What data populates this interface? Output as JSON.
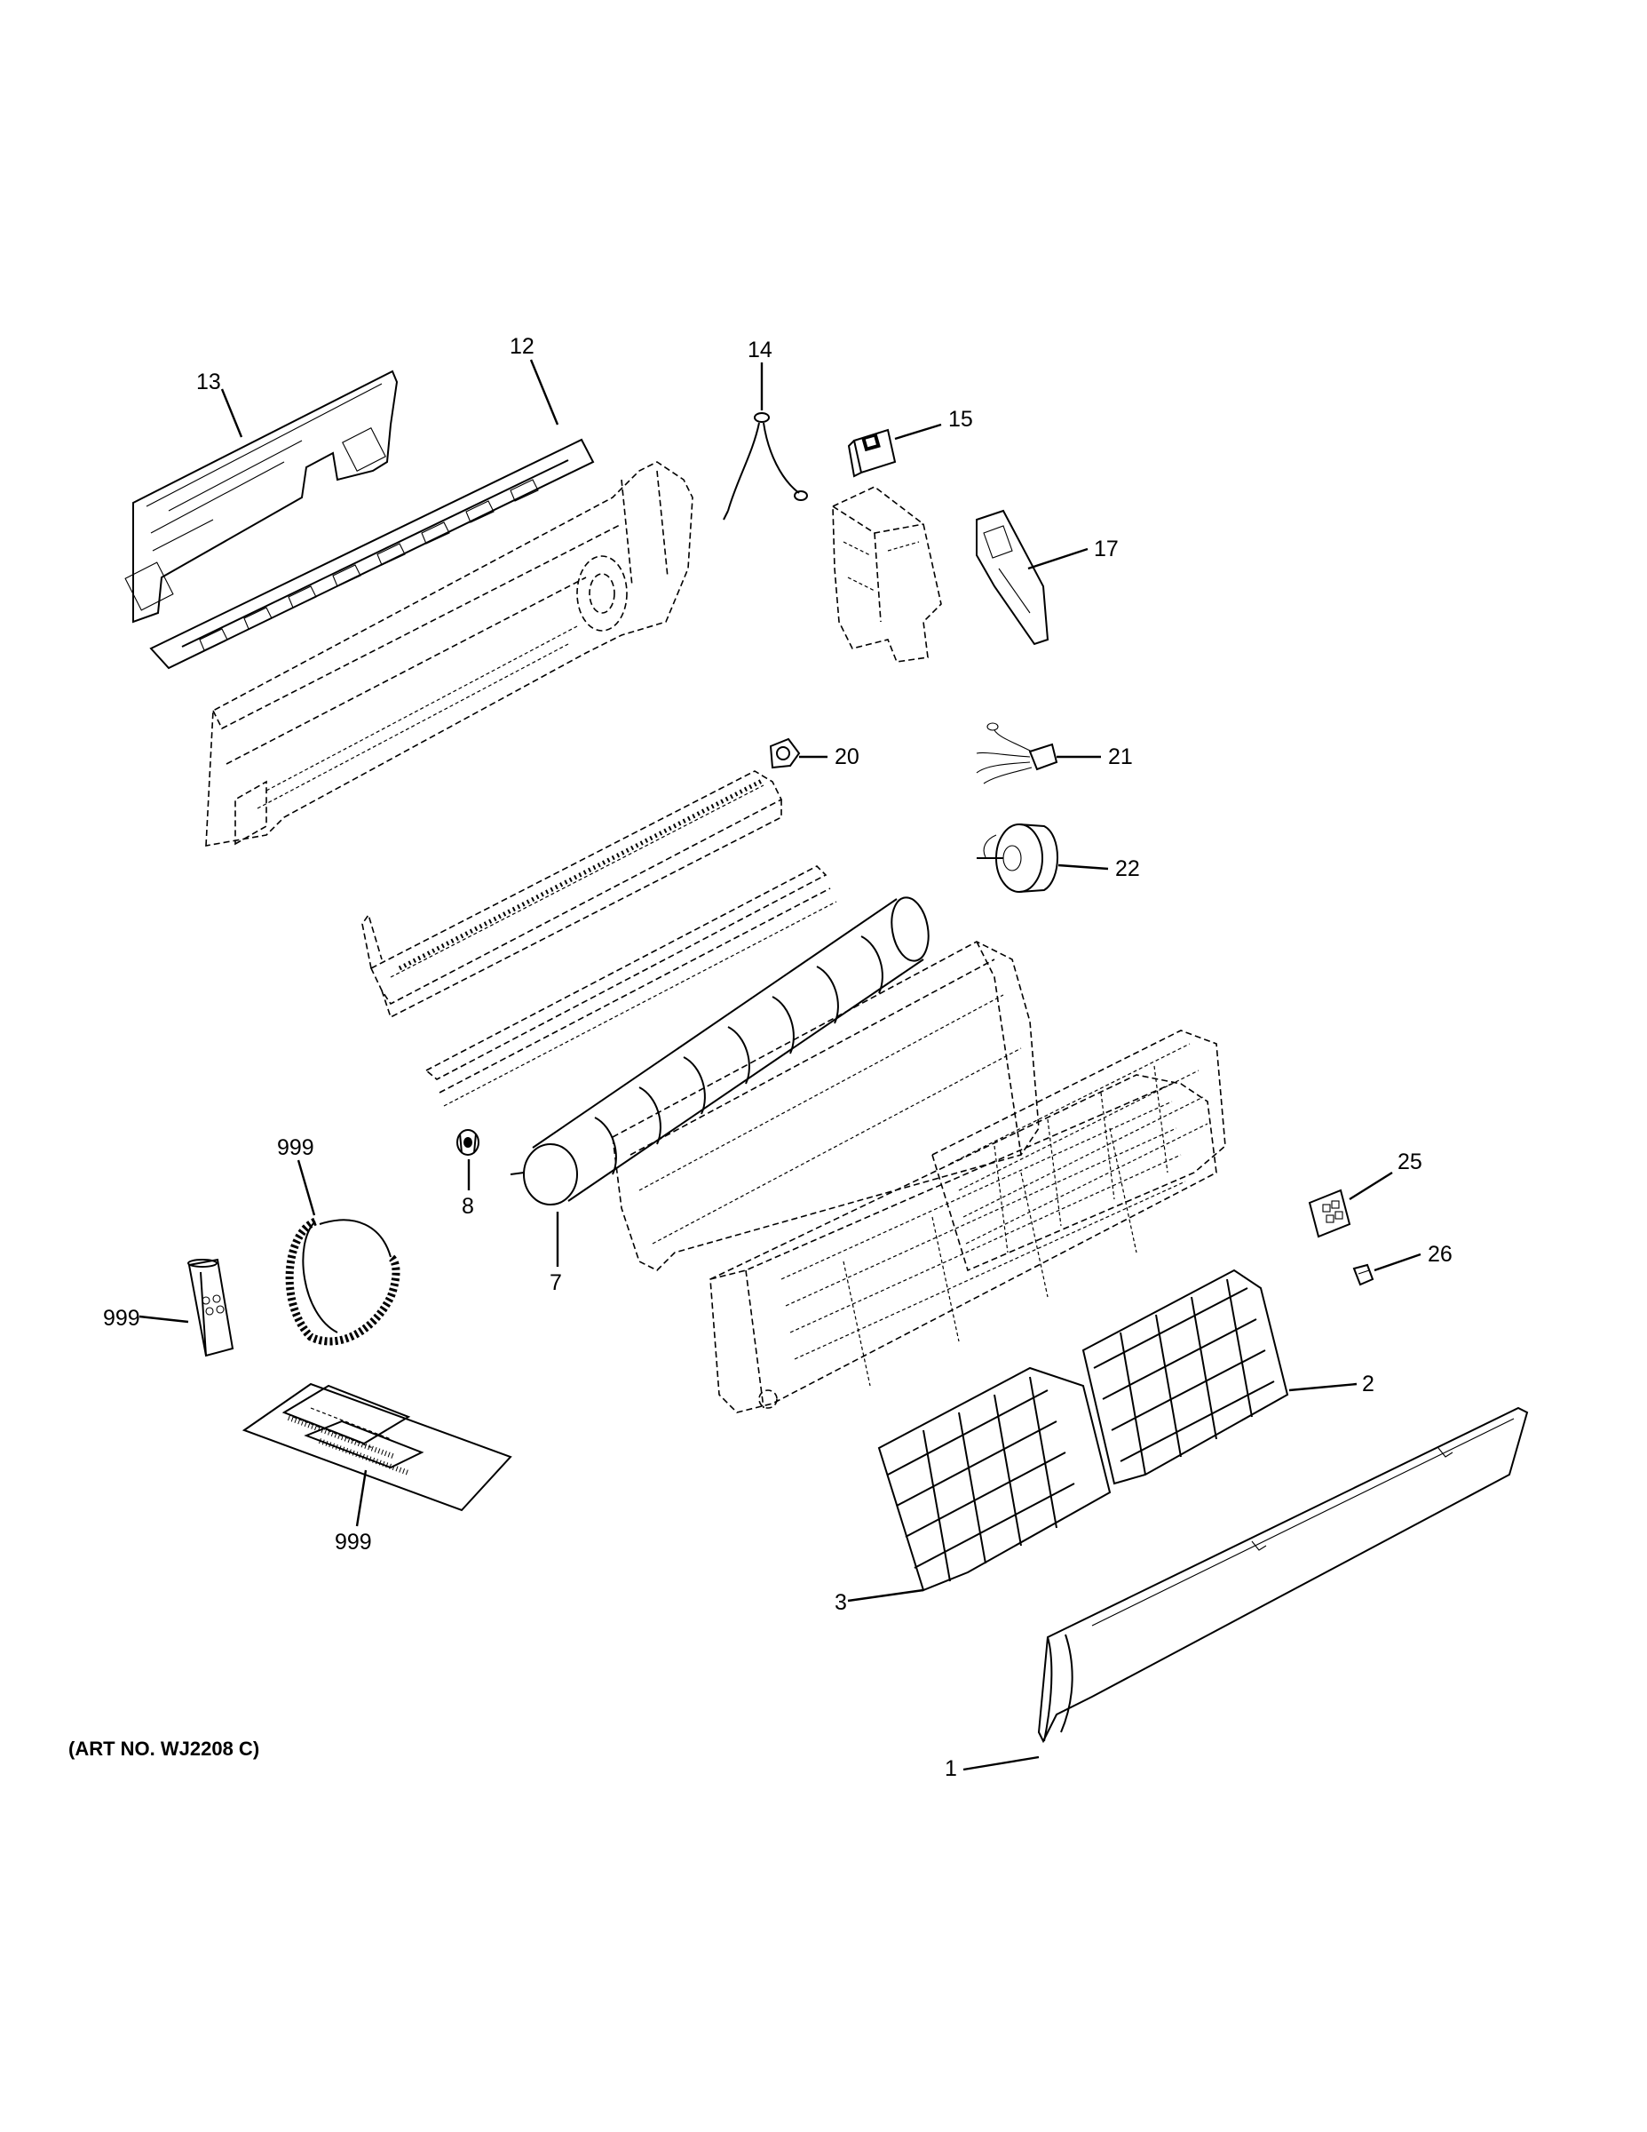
{
  "art_number": "(ART NO. WJ2208 C)",
  "callouts": {
    "p1": "1",
    "p2": "2",
    "p3": "3",
    "p7": "7",
    "p8": "8",
    "p12": "12",
    "p13": "13",
    "p14": "14",
    "p15": "15",
    "p17": "17",
    "p20": "20",
    "p21": "21",
    "p22": "22",
    "p25": "25",
    "p26": "26",
    "p999_hose": "999",
    "p999_remote": "999",
    "p999_manual": "999"
  }
}
